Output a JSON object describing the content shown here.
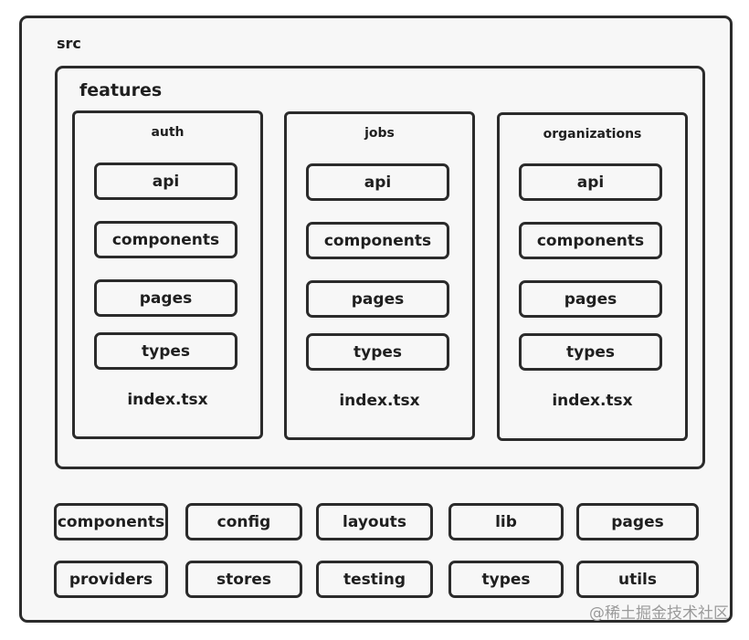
{
  "root": {
    "label": "src"
  },
  "features": {
    "label": "features",
    "modules": [
      {
        "name": "auth",
        "folders": [
          "api",
          "components",
          "pages",
          "types"
        ],
        "file": "index.tsx"
      },
      {
        "name": "jobs",
        "folders": [
          "api",
          "components",
          "pages",
          "types"
        ],
        "file": "index.tsx"
      },
      {
        "name": "organizations",
        "folders": [
          "api",
          "components",
          "pages",
          "types"
        ],
        "file": "index.tsx"
      }
    ]
  },
  "shared_folders": {
    "row1": [
      "components",
      "config",
      "layouts",
      "lib",
      "pages"
    ],
    "row2": [
      "providers",
      "stores",
      "testing",
      "types",
      "utils"
    ]
  },
  "watermark": "@稀土掘金技术社区"
}
